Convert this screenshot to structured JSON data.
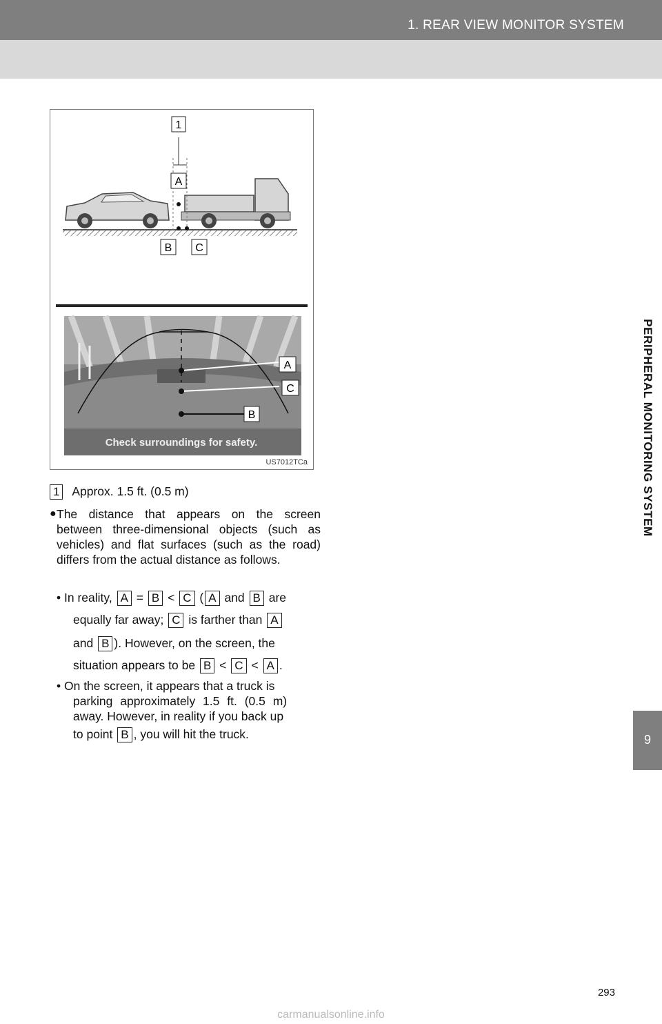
{
  "header": {
    "section_title": "1. REAR VIEW MONITOR SYSTEM"
  },
  "side_tab": {
    "label": "PERIPHERAL MONITORING SYSTEM",
    "chapter_number": "9"
  },
  "figure": {
    "callouts": {
      "one": "1",
      "a": "A",
      "b": "B",
      "c": "C"
    },
    "screen_message": "Check surroundings for safety.",
    "figure_code": "US7012TCa"
  },
  "legend": {
    "marker": "1",
    "text": "Approx. 1.5 ft. (0.5 m)"
  },
  "paragraph": {
    "bullet": "●",
    "text": "The distance that appears on the screen between three-dimensional objects (such as vehicles) and flat surfaces (such as the road) differs from the actual distance as follows."
  },
  "items": {
    "reality": {
      "lead": "• In reality,",
      "eq": "=",
      "lt": "<",
      "open": "(",
      "and": "and",
      "are": "are",
      "equally": "equally far away;",
      "is_farther": "is farther than",
      "and2": "and",
      "however": "). However, on the screen, the",
      "situation": "situation appears to be",
      "period": "."
    },
    "truck": {
      "lines": [
        "• On the screen, it appears that a truck is",
        "parking approximately 1.5 ft. (0.5 m)",
        "away. However, in reality if you back up"
      ],
      "to_point": "to point",
      "tail": ", you will hit the truck."
    },
    "boxes": {
      "a": "A",
      "b": "B",
      "c": "C"
    }
  },
  "footer": {
    "page_number": "293",
    "watermark": "carmanualsonline.info"
  }
}
